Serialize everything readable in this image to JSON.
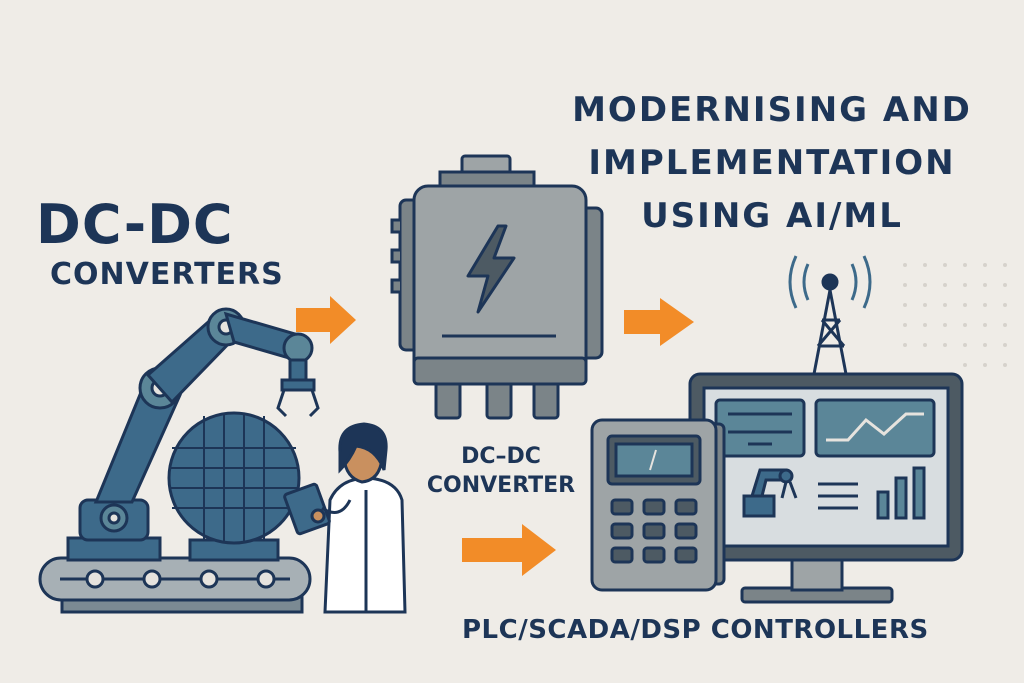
{
  "heading": {
    "line1": "MODERNISING AND",
    "line2": "IMPLEMENTATION",
    "line3": "USING AI/ML"
  },
  "left_title": {
    "big": "DC-DC",
    "sub": "CONVERTERS"
  },
  "converter_label": {
    "line1": "DC–DC",
    "line2": "CONVERTER"
  },
  "controllers_label": "PLC/SCADA/DSP CONTROLLERS",
  "colors": {
    "background": "#efece7",
    "ink": "#1d3557",
    "steel_blue": "#3d6a8a",
    "arrow_orange": "#f28c28",
    "gray_device": "#9ea4a6",
    "screen_teal": "#5b8698"
  },
  "icons": [
    "robot-arm-icon",
    "scientist-icon",
    "converter-box-icon",
    "lightning-icon",
    "radio-tower-icon",
    "plc-controller-icon",
    "monitor-icon",
    "arrow-right-icon"
  ]
}
